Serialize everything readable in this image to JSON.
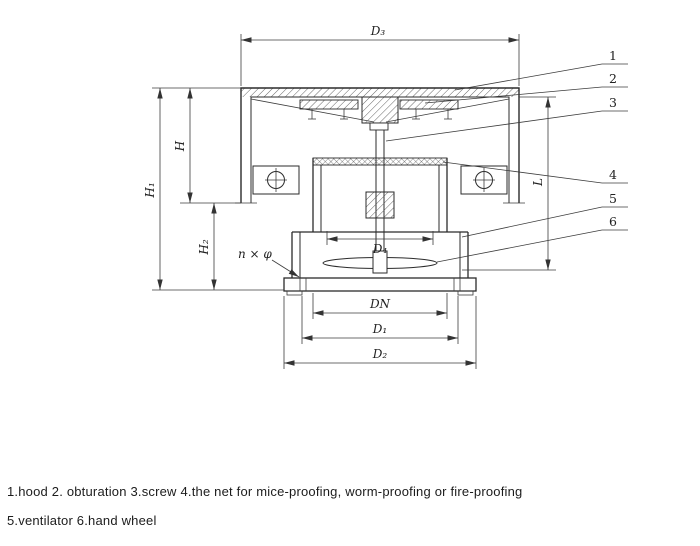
{
  "drawing": {
    "line_color": "#2b2b2b",
    "background": "#ffffff",
    "dimensions": {
      "top_diameter": "D₃",
      "overall_height": "H₁",
      "hood_height": "H",
      "lower_height": "H₂",
      "side_length": "L",
      "inner_diameter": "D₄",
      "bolt_holes": "n × φ",
      "nominal_diameter": "DN",
      "bolt_circle_diameter": "D₁",
      "flange_diameter": "D₂"
    },
    "callouts": [
      "1",
      "2",
      "3",
      "4",
      "5",
      "6"
    ]
  },
  "caption": {
    "line1": "1.hood 2. obturation 3.screw 4.the net for mice-proofing, worm-proofing or fire-proofing",
    "line2": "5.ventilator 6.hand wheel"
  }
}
